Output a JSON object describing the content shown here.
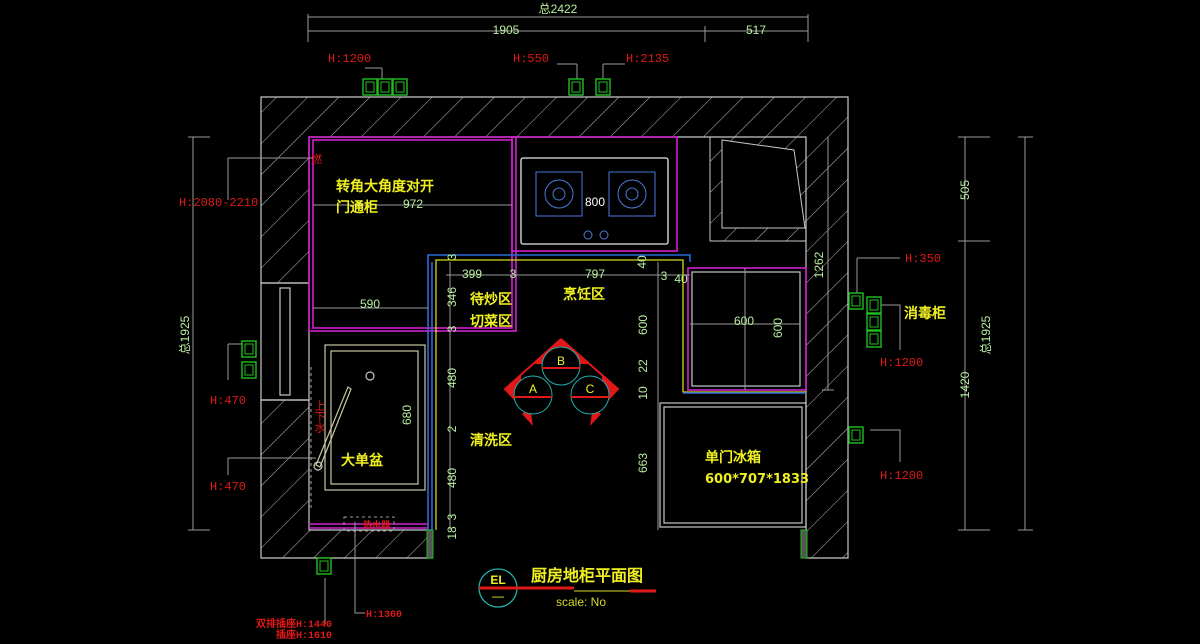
{
  "title": "厨房地柜平面图",
  "scale_label": "scale: No",
  "title_symbol": {
    "letter": "EL",
    "sub": "—"
  },
  "dimensions": {
    "total_width": "总2422",
    "top_left": "1905",
    "top_right": "517",
    "left_total": "总1925",
    "right_total": "总1925",
    "right_upper": "505",
    "right_lower": "1420",
    "right_cabinet_height": "1262",
    "corner_cabinet_width": "972",
    "corner_cabinet_depth": "590",
    "stove_width": "800",
    "counter_left": "399",
    "counter_gap1": "3",
    "counter_right": "797",
    "counter_gap2": "3",
    "counter_end": "40",
    "counter_top": "40",
    "left_col": [
      "3",
      "346",
      "3",
      "480",
      "2",
      "480",
      "3",
      "18"
    ],
    "right_col": [
      "600",
      "22",
      "10",
      "663"
    ],
    "sink_depth": "680",
    "disinfect_w": "600",
    "disinfect_h": "600"
  },
  "socket_labels": {
    "top_left": "H:1200",
    "top_mid": "H:550",
    "top_right": "H:2135",
    "gas": "H:2080-2210",
    "left_upper": "H:470",
    "left_lower": "H:470",
    "right_upper": "H:350",
    "right_mid": "H:1200",
    "right_lower": "H:1200",
    "bottom_heater": "H:1360",
    "bottom_double": "双排插座H:1440",
    "bottom_single": "插座H:1610"
  },
  "annotations": {
    "gas_mark": "燃",
    "water_pipe": "上下水",
    "water_heater": "热水器"
  },
  "zones": {
    "corner_cabinet_line1": "转角大角度对开",
    "corner_cabinet_line2": "门通柜",
    "prep": "待炒区",
    "cutting": "切菜区",
    "cooking": "烹饪区",
    "washing": "清洗区",
    "sink": "大单盆",
    "disinfection": "消毒柜",
    "fridge": "单门冰箱",
    "fridge_size": "600*707*1833"
  },
  "work_triangle": [
    "A",
    "B",
    "C"
  ],
  "colors": {
    "background": "#000000",
    "wall": "#c8c8c8",
    "cabinet": "#d020d0",
    "text_zone": "#f0f020",
    "text_dim": "#b8f0a0",
    "text_height": "#e01818",
    "socket": "#20c020"
  }
}
